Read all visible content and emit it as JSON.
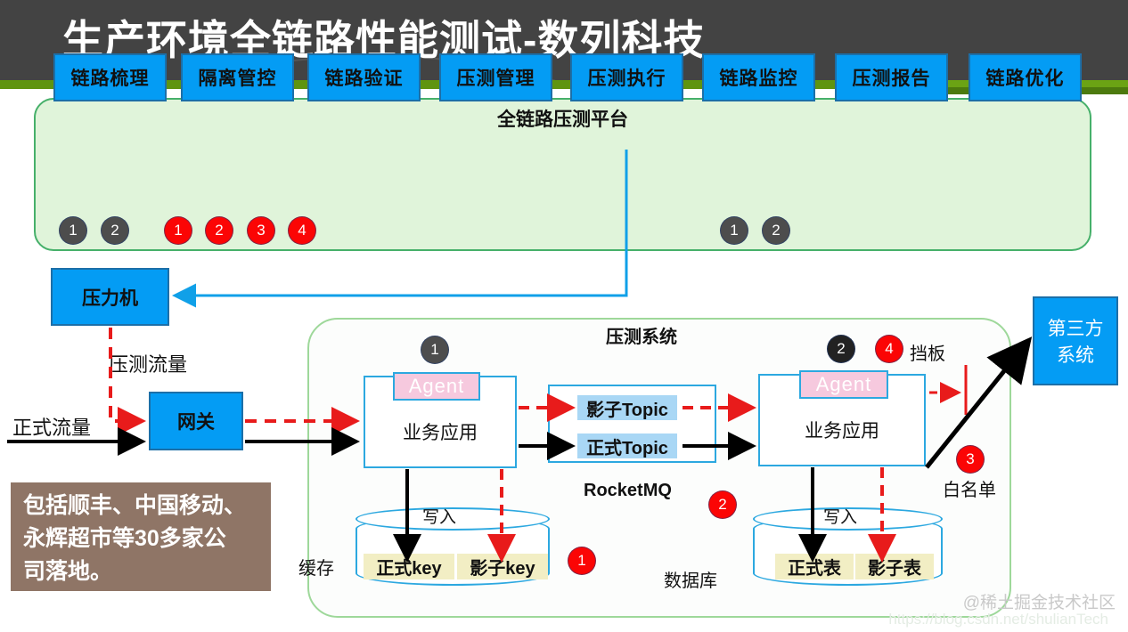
{
  "title": "生产环境全链路性能测试-数列科技",
  "platform": {
    "heading": "全链路压测平台",
    "modules": [
      {
        "label": "链路梳理"
      },
      {
        "label": "隔离管控"
      },
      {
        "label": "链路验证"
      },
      {
        "label": "压测管理"
      },
      {
        "label": "压测执行"
      },
      {
        "label": "链路监控"
      },
      {
        "label": "压测报告"
      },
      {
        "label": "链路优化"
      }
    ],
    "badges_left_gray": [
      "1",
      "2"
    ],
    "badges_left_red": [
      "1",
      "2",
      "3",
      "4"
    ],
    "badges_right_gray": [
      "1",
      "2"
    ]
  },
  "load_generator": {
    "label": "压力机"
  },
  "gateway": {
    "label": "网关"
  },
  "flows": {
    "test_traffic": "压测流量",
    "production_traffic": "正式流量"
  },
  "system_panel": {
    "title": "压测系统"
  },
  "app_left": {
    "agent": "Agent",
    "label": "业务应用",
    "badge": "1"
  },
  "app_right": {
    "agent": "Agent",
    "label": "业务应用",
    "badge_dark": "2",
    "badge_red": "4",
    "stub_label": "挡板",
    "whitelist_badge": "3",
    "whitelist_label": "白名单"
  },
  "mq": {
    "shadow_topic": "影子Topic",
    "formal_topic": "正式Topic",
    "name": "RocketMQ",
    "badge": "2"
  },
  "cache": {
    "label": "缓存",
    "write": "写入",
    "formal": "正式key",
    "shadow": "影子key",
    "badge": "1"
  },
  "database": {
    "label": "数据库",
    "write": "写入",
    "formal": "正式表",
    "shadow": "影子表"
  },
  "third_party": {
    "label": "第三方系统"
  },
  "note": {
    "line1": "包括顺丰、中国移动、",
    "line2": "永辉超市等30多家公",
    "line3": "司落地。"
  },
  "watermark": {
    "handle": "@稀土掘金技术社区",
    "url": "https://blog.csdn.net/shulianTech"
  },
  "colors": {
    "title_bg": "#434343",
    "accent_green": "#5f9410",
    "panel_green_fill": "#e0f4da",
    "panel_green_border": "#46b06a",
    "module_blue": "#049cf4",
    "badge_red": "#fb0505",
    "badge_gray": "#4d4d4d",
    "agent_pink": "#f6c9de",
    "topic_blue": "#a9d7f5",
    "cell_yellow": "#f2eec4",
    "note_brown": "#8f7566",
    "test_traffic_red": "#e81b1b"
  }
}
